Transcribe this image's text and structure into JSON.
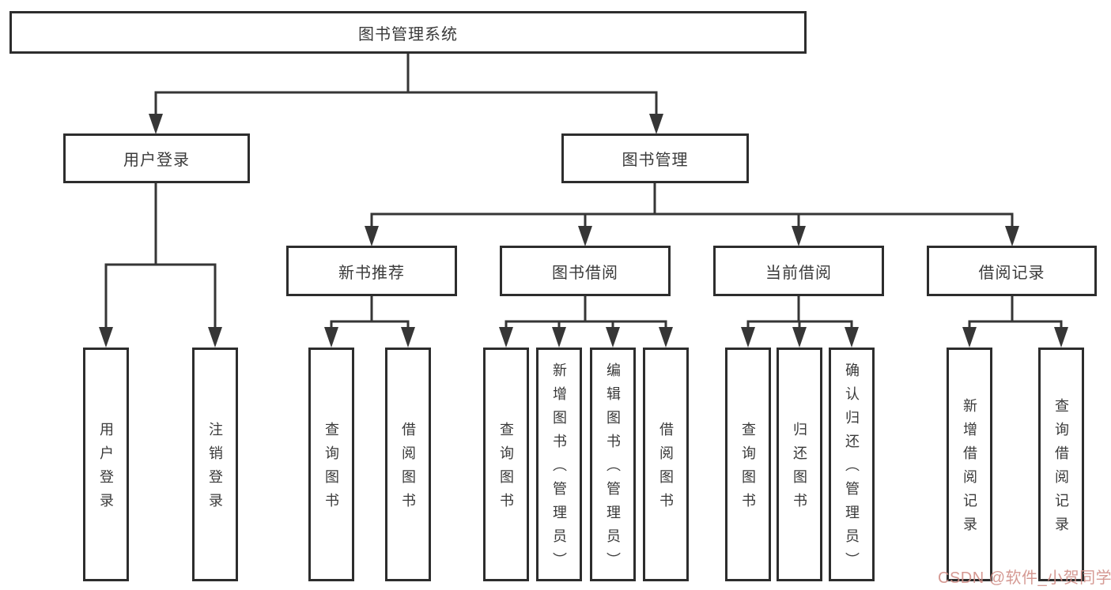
{
  "diagram_title": "图书管理系统",
  "watermark": {
    "text": "CSDN @软件_小贺同学",
    "color": "#d18f88"
  },
  "colors": {
    "background": "#ffffff",
    "line": "#363636",
    "box_border": "#2d2d2d",
    "text": "#3a3a3a"
  },
  "nodes": {
    "root": {
      "label": "图书管理系统"
    },
    "user_login": {
      "label": "用户登录"
    },
    "book_mgmt": {
      "label": "图书管理"
    },
    "new_book_rec": {
      "label": "新书推荐"
    },
    "book_borrow": {
      "label": "图书借阅"
    },
    "current_borrow": {
      "label": "当前借阅"
    },
    "borrow_record": {
      "label": "借阅记录"
    },
    "leaf_user_login": {
      "label": "用户登录"
    },
    "leaf_logout": {
      "label": "注销登录"
    },
    "leaf_nb_query": {
      "label": "查询图书"
    },
    "leaf_nb_borrow": {
      "label": "借阅图书"
    },
    "leaf_bb_query": {
      "label": "查询图书"
    },
    "leaf_bb_add": {
      "label": "新增图书（管理员）"
    },
    "leaf_bb_edit": {
      "label": "编辑图书（管理员）"
    },
    "leaf_bb_borrow": {
      "label": "借阅图书"
    },
    "leaf_cb_query": {
      "label": "查询图书"
    },
    "leaf_cb_return": {
      "label": "归还图书"
    },
    "leaf_cb_confirm": {
      "label": "确认归还（管理员）"
    },
    "leaf_br_add": {
      "label": "新增借阅记录"
    },
    "leaf_br_query": {
      "label": "查询借阅记录"
    }
  },
  "hierarchy": {
    "图书管理系统": [
      "用户登录",
      "图书管理"
    ],
    "用户登录": [
      "用户登录",
      "注销登录"
    ],
    "图书管理": [
      "新书推荐",
      "图书借阅",
      "当前借阅",
      "借阅记录"
    ],
    "新书推荐": [
      "查询图书",
      "借阅图书"
    ],
    "图书借阅": [
      "查询图书",
      "新增图书（管理员）",
      "编辑图书（管理员）",
      "借阅图书"
    ],
    "当前借阅": [
      "查询图书",
      "归还图书",
      "确认归还（管理员）"
    ],
    "借阅记录": [
      "新增借阅记录",
      "查询借阅记录"
    ]
  }
}
